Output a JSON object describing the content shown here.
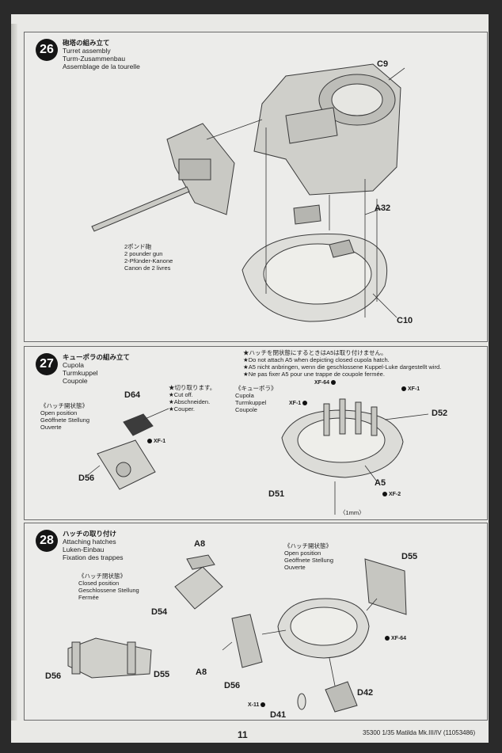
{
  "page_number": "11",
  "footer_ref": "35300  1/35 Matilda Mk.III/IV (11053486)",
  "steps": {
    "s26": {
      "number": "26",
      "title_jp": "砲塔の組み立て",
      "title_en": "Turret assembly",
      "title_de": "Turm-Zusammenbau",
      "title_fr": "Assemblage de la tourelle",
      "labels": {
        "c9": "C9",
        "a32": "A32",
        "c10": "C10"
      },
      "gun_note": [
        "2ポンド砲",
        "2 pounder gun",
        "2-Pfünder-Kanone",
        "Canon de 2 livres"
      ]
    },
    "s27": {
      "number": "27",
      "title_jp": "キューポラの組み立て",
      "title_en": "Cupola",
      "title_de": "Turmkuppel",
      "title_fr": "Coupole",
      "warning": [
        "★ハッチを閉状態にするときはA5は取り付けません。",
        "★Do not attach A5 when depicting closed cupola hatch.",
        "★A5 nicht anbringen, wenn die geschlossene Kuppel-Luke dargestellt wird.",
        "★Ne pas fixer A5 pour une trappe de coupole fermée."
      ],
      "cut_off": [
        "★切り取ります。",
        "★Cut off.",
        "★Abschneiden.",
        "★Couper."
      ],
      "open_position": [
        "《ハッチ開状態》",
        "Open position",
        "Geöffnete Stellung",
        "Ouverte"
      ],
      "cupola_label": [
        "《キューポラ》",
        "Cupola",
        "Turmkuppel",
        "Coupole"
      ],
      "labels": {
        "d64": "D64",
        "d56": "D56",
        "d52": "D52",
        "d51": "D51",
        "a5": "A5",
        "mm": "〈1mm〉"
      },
      "paints": {
        "xf1_a": "XF-1",
        "xf1_b": "XF-1",
        "xf1_c": "XF-1",
        "xf64": "XF-64",
        "xf2": "XF-2"
      }
    },
    "s28": {
      "number": "28",
      "title_jp": "ハッチの取り付け",
      "title_en": "Attaching hatches",
      "title_de": "Luken-Einbau",
      "title_fr": "Fixation des trappes",
      "closed_position": [
        "《ハッチ閉状態》",
        "Closed position",
        "Geschlossene Stellung",
        "Fermée"
      ],
      "open_position": [
        "《ハッチ開状態》",
        "Open position",
        "Geöffnete Stellung",
        "Ouverte"
      ],
      "labels": {
        "a8_top": "A8",
        "d54": "D54",
        "a8": "A8",
        "d56": "D56",
        "d56_left": "D56",
        "d55_left": "D55",
        "d55": "D55",
        "d42": "D42",
        "d41": "D41"
      },
      "paints": {
        "xf64": "XF-64",
        "x11": "X-11"
      }
    }
  }
}
